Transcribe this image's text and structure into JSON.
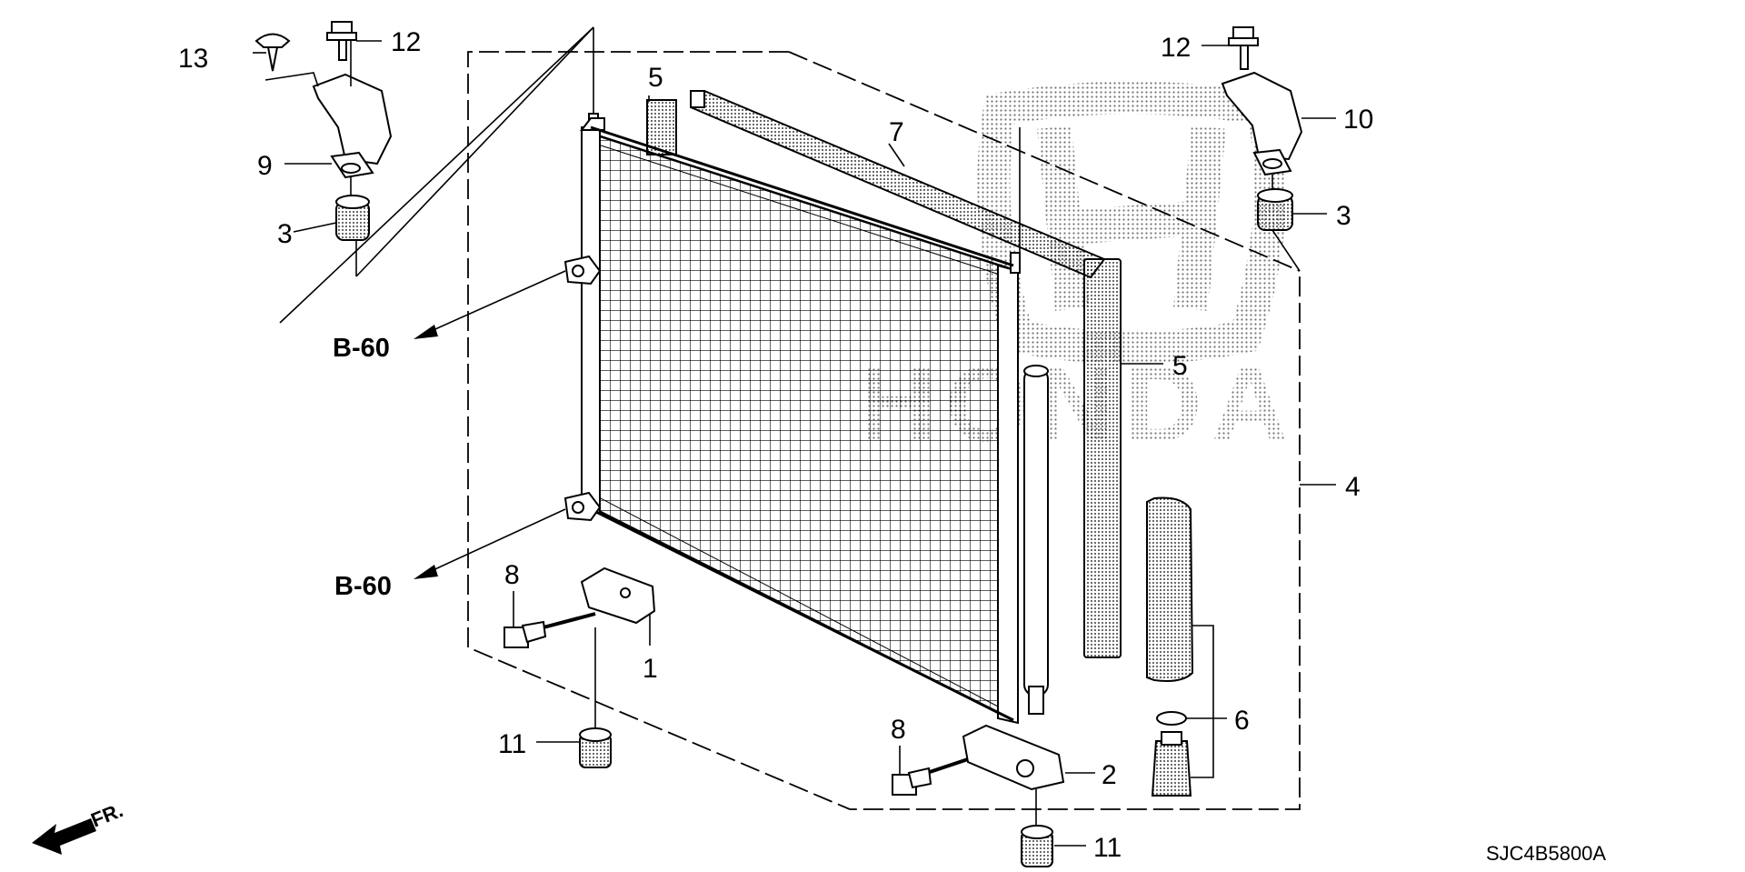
{
  "callouts": {
    "c1": "1",
    "c2": "2",
    "c3a": "3",
    "c3b": "3",
    "c4": "4",
    "c5a": "5",
    "c5b": "5",
    "c6": "6",
    "c7": "7",
    "c8a": "8",
    "c8b": "8",
    "c9": "9",
    "c10": "10",
    "c11a": "11",
    "c11b": "11",
    "c12a": "12",
    "c12b": "12",
    "c13": "13"
  },
  "references": {
    "upper": "B-60",
    "lower": "B-60"
  },
  "front_marker": "FR.",
  "diagram_code": "SJC4B5800A",
  "watermark": {
    "logo": "H",
    "text": "HONDA"
  }
}
